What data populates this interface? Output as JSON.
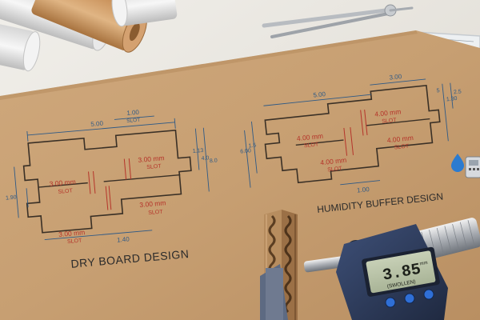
{
  "drawing": {
    "left_title": "DRY BOARD DESIGN",
    "right_title": "HUMIDITY BUFFER DESIGN",
    "left_dims": {
      "width_top": "5.00",
      "slot_top": "1.00",
      "slot_word": "SLOT",
      "slot_bottom": "1.40",
      "side_a": "1.13",
      "side_b": "4.0",
      "side_c": "8.0",
      "left_side": "1.90",
      "slot_label_1": "3.00 mm",
      "slot_label_2": "3.00 mm",
      "slot_label_3": "3.00 mm",
      "slot_label_4": "3.00 mm"
    },
    "right_dims": {
      "width_top": "5.00",
      "width_top_2": "3.00",
      "left_a": "6.00",
      "left_b": "1.5",
      "bottom": "1.00",
      "right_a": "1.30",
      "right_b": "2.5",
      "right_c": "5",
      "slot_label_1": "4.00 mm",
      "slot_label_2": "4.00 mm",
      "slot_label_3": "4.00 mm",
      "slot_label_4": "4.00 mm",
      "slot_word": "SLOT"
    }
  },
  "micrometer": {
    "reading": "3.85",
    "unit": "mm",
    "status": "(SWOLLEN)"
  },
  "colors": {
    "cardboard": "#c9a277",
    "blueprint_blue": "#2f5a86",
    "slot_red": "#b5342a",
    "outline_dark": "#3a3026",
    "micrometer_blue": "#2c3a57",
    "lcd": "#b9c3a9"
  }
}
